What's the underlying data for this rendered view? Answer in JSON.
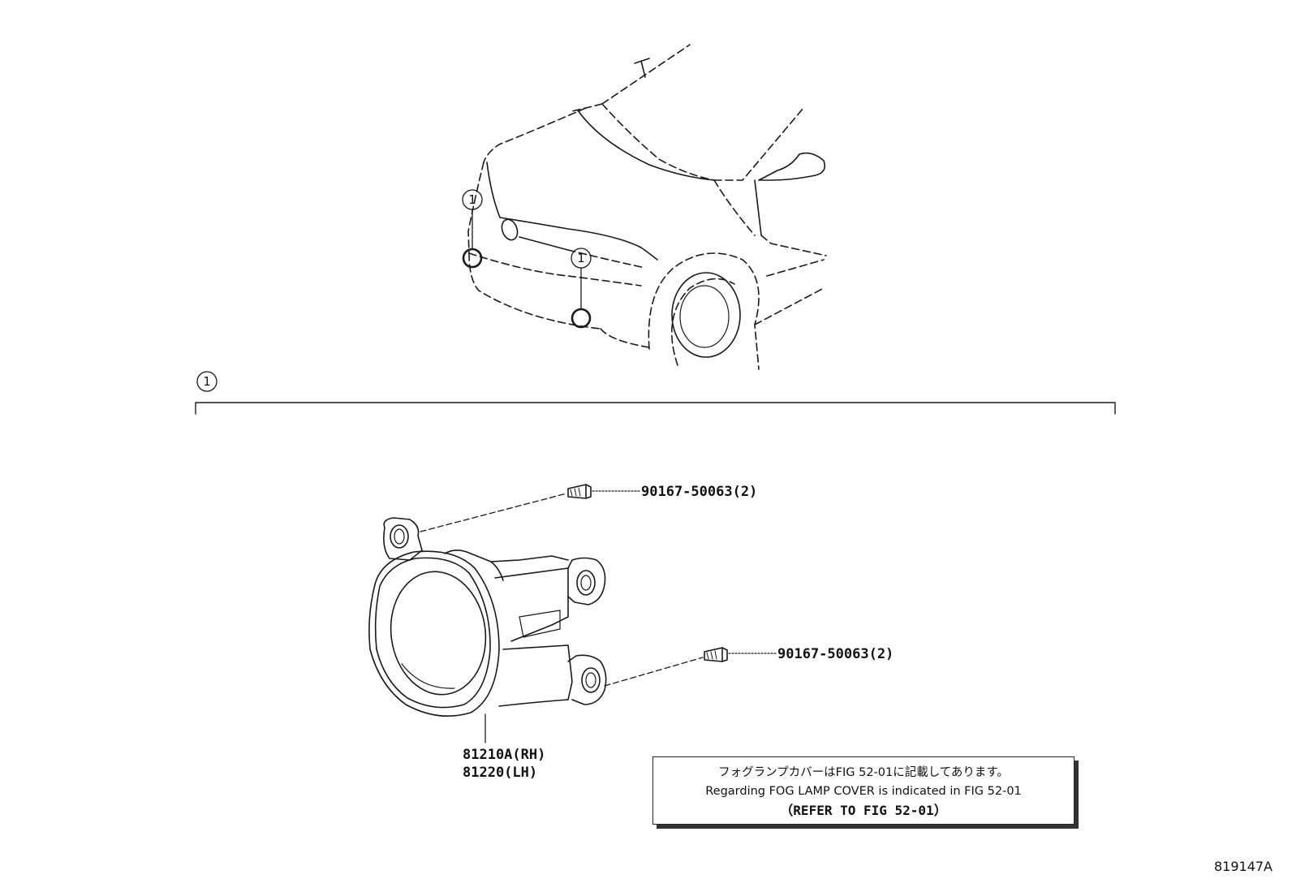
{
  "callout": {
    "ref": "1"
  },
  "bolts": [
    {
      "part_number": "90167-50063(2)"
    },
    {
      "part_number": "90167-50063(2)"
    }
  ],
  "fog_lamp": {
    "part_rh": "81210A(RH)",
    "part_lh": "81220(LH)"
  },
  "note": {
    "line_jp": "フォグランプカバーはFIG 52-01に記載してあります。",
    "line_en": "Regarding FOG LAMP COVER is indicated in FIG 52-01",
    "line_ref": "（REFER TO FIG 52-01）"
  },
  "figure_id": "819147A"
}
